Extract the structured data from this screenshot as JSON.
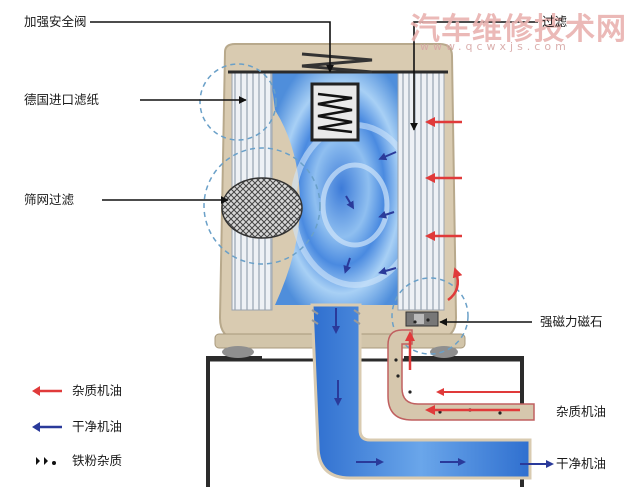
{
  "watermark": {
    "title": "汽车维修技术网",
    "url": "www.qcwxjs.com"
  },
  "labels": {
    "relief_valve": "加强安全阀",
    "filter_paper": "德国进口滤纸",
    "screen_filter": "筛网过滤",
    "filtration": "过滤",
    "magnet": "强磁力磁石",
    "dirty_oil_in": "杂质机油",
    "clean_oil_out": "干净机油"
  },
  "legend": {
    "dirty_oil": "杂质机油",
    "clean_oil": "干净机油",
    "iron_powder": "铁粉杂质"
  },
  "colors": {
    "dirty_arrow": "#e03a3a",
    "clean_arrow": "#2a3a9a",
    "clean_oil_fill": "#3f7fd6",
    "housing": "#d9cbb1",
    "engine_block": "#2b2b2b"
  }
}
